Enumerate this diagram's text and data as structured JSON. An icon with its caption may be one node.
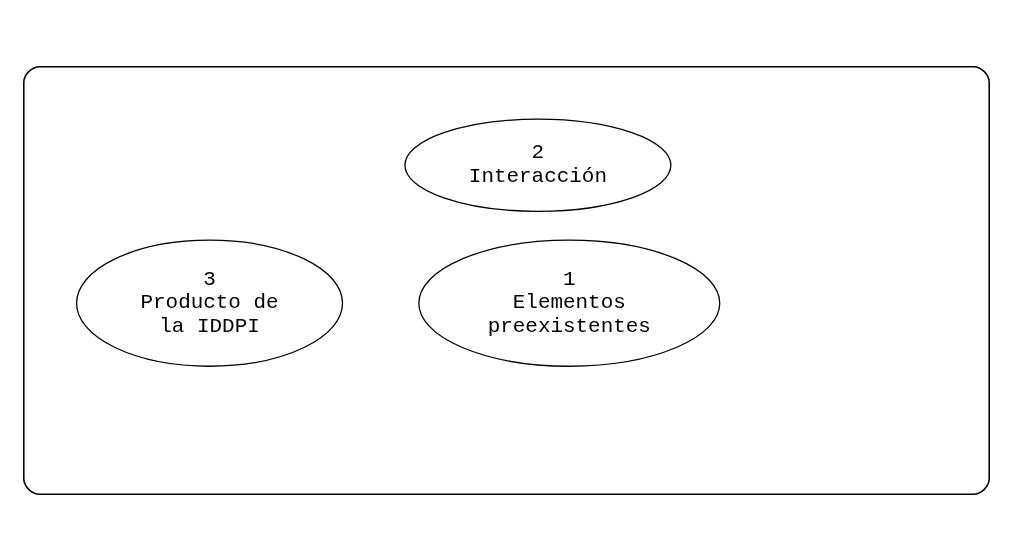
{
  "diagram": {
    "nodes": [
      {
        "text": [],
        "shape": "box"
      },
      {
        "text": [
          "1",
          "Elementos preexistentes"
        ],
        "in": 0
      },
      {
        "text": [
          "2",
          "Interacción"
        ],
        "in": 0
      },
      {
        "text": [
          "3",
          "Producto de la IDDPI"
        ],
        "in": 0
      }
    ]
  }
}
